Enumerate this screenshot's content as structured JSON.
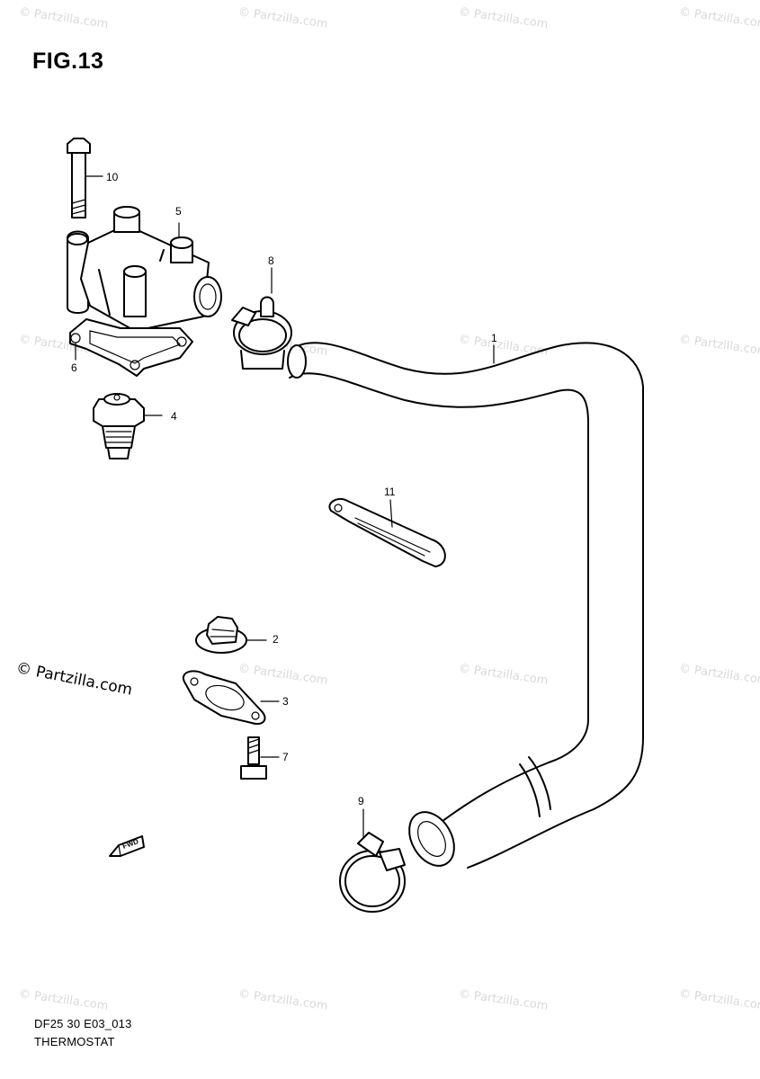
{
  "figure": {
    "title": "FIG.13",
    "drawing_code": "DF25 30 E03_013",
    "section_name": "THERMOSTAT"
  },
  "watermark": {
    "text": "© Partzilla.com",
    "large_text": "© Partzilla.com"
  },
  "callouts": {
    "hose": "1",
    "cap": "2",
    "gasket_lower": "3",
    "thermostat": "4",
    "thermostat_cover": "5",
    "gasket_upper": "6",
    "bolt_lower": "7",
    "clamp_upper": "8",
    "clamp_lower": "9",
    "bolt_upper": "10",
    "strap": "11"
  },
  "fwd_arrow_label": "FWD"
}
